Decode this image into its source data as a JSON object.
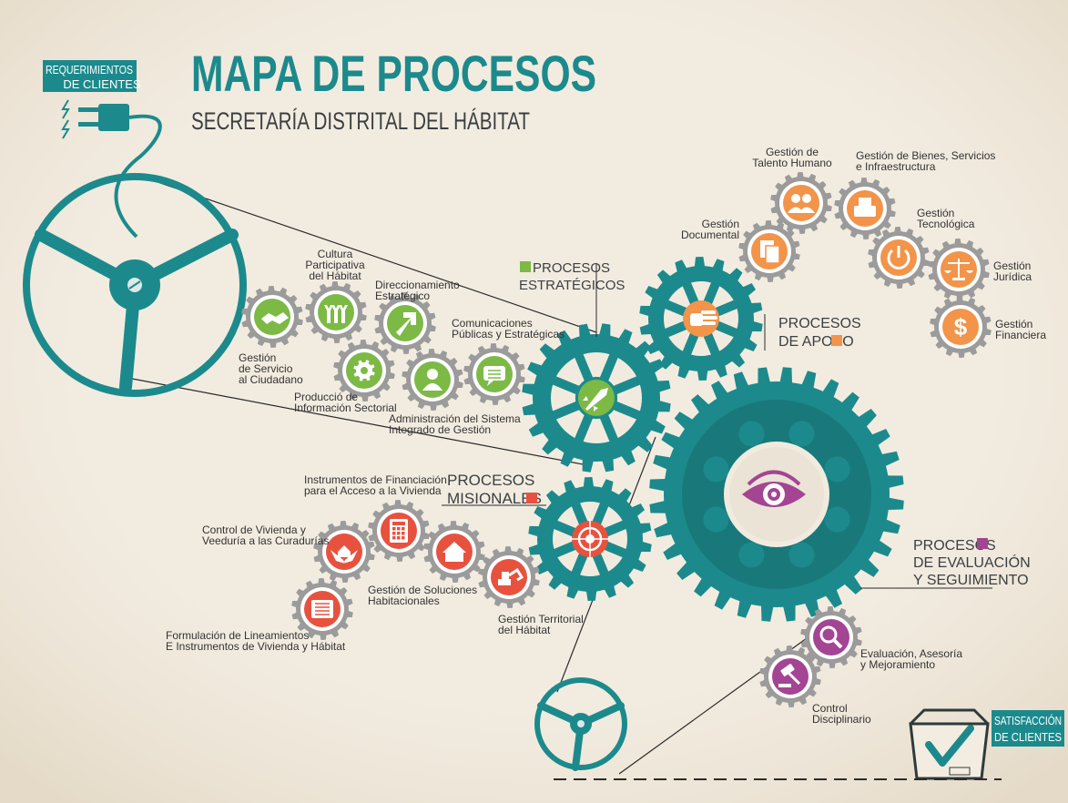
{
  "title": "MAPA DE PROCESOS",
  "subtitle": "SECRETARÍA DISTRITAL DEL HÁBITAT",
  "input_label": [
    "REQUERIMIENTOS",
    "DE CLIENTES"
  ],
  "output_label": [
    "SATISFACCIÓN",
    "DE CLIENTES"
  ],
  "colors": {
    "teal": "#1c8a8c",
    "green": "#7cba45",
    "orange": "#f2944a",
    "red": "#e7523f",
    "purple": "#a34593",
    "gray_gear": "#9c9c9c"
  },
  "groups": {
    "estrategicos": {
      "label": [
        "PROCESOS",
        "ESTRATÉGICOS"
      ],
      "color": "#7cba45",
      "hub_icon": "rocket-icon"
    },
    "apoyo": {
      "label": [
        "PROCESOS",
        "DE APOYO"
      ],
      "color": "#f2944a",
      "hub_icon": "hand-icon"
    },
    "misionales": {
      "label": [
        "PROCESOS",
        "MISIONALES"
      ],
      "color": "#e7523f",
      "hub_icon": "target-icon"
    },
    "evaluacion": {
      "label": [
        "PROCESOS",
        "DE EVALUACIÓN",
        "Y SEGUIMIENTO"
      ],
      "color": "#a34593",
      "hub_icon": "eye-icon"
    }
  },
  "processes": {
    "estrategicos": [
      {
        "label": [
          "Gestión",
          "de Servicio",
          "al Ciudadano"
        ],
        "icon": "handshake-icon"
      },
      {
        "label": [
          "Cultura",
          "Participativa",
          "del Hábitat"
        ],
        "icon": "hands-raised-icon"
      },
      {
        "label": [
          "Direccionamiento",
          "Estratégico"
        ],
        "icon": "arrow-up-right-icon"
      },
      {
        "label": [
          "Producció de",
          "Información Sectorial"
        ],
        "icon": "gear-icon"
      },
      {
        "label": [
          "Administración del Sistema",
          "Integrado de Gestión"
        ],
        "icon": "person-icon"
      },
      {
        "label": [
          "Comunicaciones",
          "Públicas y Estratégicas"
        ],
        "icon": "chat-icon"
      }
    ],
    "apoyo": [
      {
        "label": [
          "Gestión",
          "Documental"
        ],
        "icon": "documents-icon"
      },
      {
        "label": [
          "Gestión de",
          "Talento Humano"
        ],
        "icon": "people-icon"
      },
      {
        "label": [
          "Gestión de Bienes, Servicios",
          "e Infraestructura"
        ],
        "icon": "printer-icon"
      },
      {
        "label": [
          "Gestión",
          "Tecnológica"
        ],
        "icon": "power-icon"
      },
      {
        "label": [
          "Gestión",
          "Jurídica"
        ],
        "icon": "scales-icon"
      },
      {
        "label": [
          "Gestión",
          "Financiera"
        ],
        "icon": "dollar-icon"
      }
    ],
    "misionales": [
      {
        "label": [
          "Instrumentos de Financiación",
          "para el Acceso a la Vivienda"
        ],
        "icon": "calculator-icon"
      },
      {
        "label": [
          "Control de Vivienda  y",
          "Veeduría a las Curadurías"
        ],
        "icon": "house-hands-icon"
      },
      {
        "label": [
          "Gestión de Soluciones",
          "Habitacionales"
        ],
        "icon": "house-icon"
      },
      {
        "label": [
          "Gestión Territorial",
          "del Hábitat"
        ],
        "icon": "excavator-icon"
      },
      {
        "label": [
          "Formulación de Lineamientos",
          "E Instrumentos de Vivienda y Hábitat"
        ],
        "icon": "list-icon"
      }
    ],
    "evaluacion": [
      {
        "label": [
          "Evaluación, Asesoría",
          "y Mejoramiento"
        ],
        "icon": "magnifier-icon"
      },
      {
        "label": [
          "Control",
          "Disciplinario"
        ],
        "icon": "gavel-icon"
      }
    ]
  }
}
